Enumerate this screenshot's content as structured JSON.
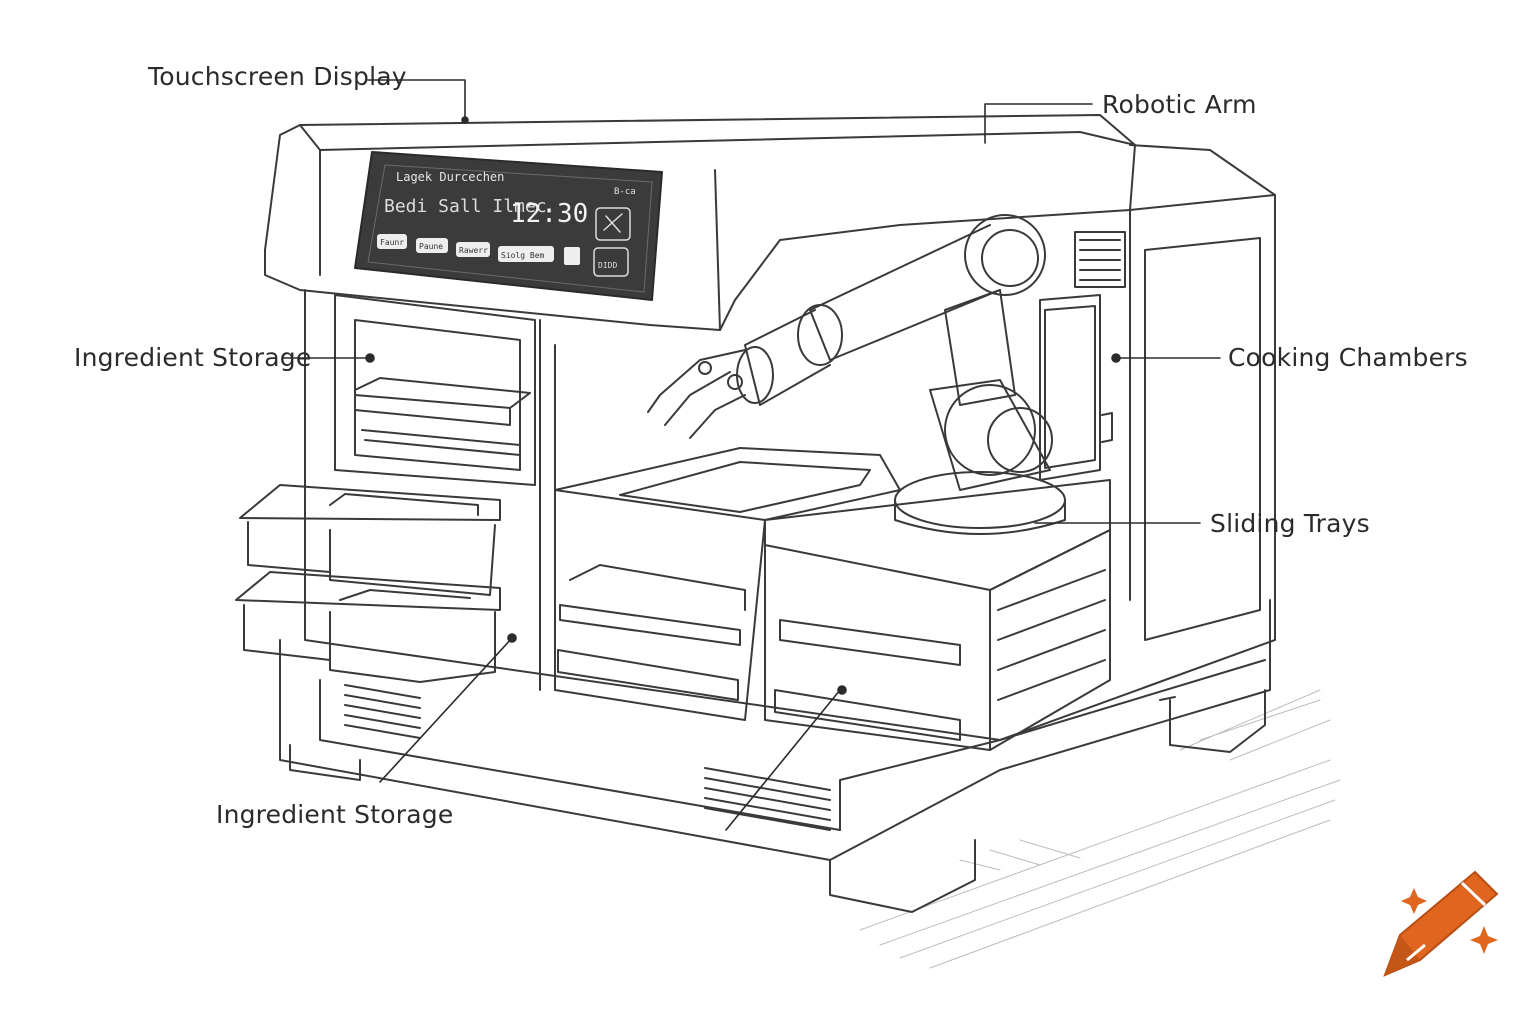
{
  "callouts": {
    "touchscreen": "Touchscreen Display",
    "robotic_arm": "Robotic Arm",
    "ingredient_storage_left": "Ingredient Storage",
    "cooking_chambers": "Cooking Chambers",
    "sliding_trays": "Sliding Trays",
    "ingredient_storage_bottom": "Ingredient Storage"
  },
  "screen": {
    "header": "Lagek Durcechen",
    "status": "Bedi Sall Ilmec",
    "time": "12:30",
    "buttons": [
      "Faunr",
      "Paune",
      "Rawerr",
      "Siolg Bem"
    ],
    "corner_label": "B-ca",
    "side_button_label": "DIDD"
  },
  "colors": {
    "line": "#3a3a3a",
    "screen_bg": "#3b3b3b",
    "accent": "#e0651f"
  },
  "icons": [
    "crayon-logo-icon",
    "sparkle-icon"
  ]
}
